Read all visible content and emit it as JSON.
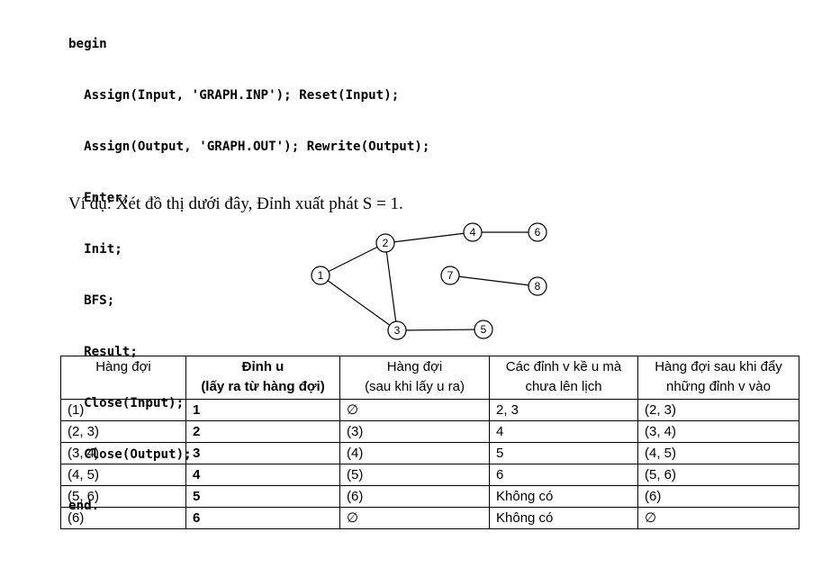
{
  "code_lines": [
    "begin",
    "  Assign(Input, 'GRAPH.INP'); Reset(Input);",
    "  Assign(Output, 'GRAPH.OUT'); Rewrite(Output);",
    "  Enter;",
    "  Init;",
    "  BFS;",
    "  Result;",
    "  Close(Input);",
    "  Close(Output);",
    "end."
  ],
  "example_text": "Ví dụ: Xét đồ thị dưới đây, Đỉnh xuất phát S = 1.",
  "graph": {
    "nodes": [
      "1",
      "2",
      "3",
      "4",
      "5",
      "6",
      "7",
      "8"
    ],
    "edges": [
      [
        "1",
        "2"
      ],
      [
        "1",
        "3"
      ],
      [
        "2",
        "3"
      ],
      [
        "2",
        "4"
      ],
      [
        "4",
        "6"
      ],
      [
        "3",
        "5"
      ],
      [
        "7",
        "8"
      ]
    ]
  },
  "table": {
    "headers": [
      {
        "line1": "Hàng đợi",
        "line2": ""
      },
      {
        "line1": "Đỉnh u",
        "line2": "(lấy ra từ hàng đợi)"
      },
      {
        "line1": "Hàng đợi",
        "line2": "(sau khi lấy u ra)"
      },
      {
        "line1": "Các đỉnh v kề u mà",
        "line2": "chưa lên lịch"
      },
      {
        "line1": "Hàng đợi sau khi đẩy",
        "line2": "những đỉnh v vào"
      }
    ],
    "rows": [
      [
        "(1)",
        "1",
        "∅",
        "2, 3",
        "(2, 3)"
      ],
      [
        "(2, 3)",
        "2",
        "(3)",
        "4",
        "(3, 4)"
      ],
      [
        "(3, 4)",
        "3",
        "(4)",
        "5",
        "(4, 5)"
      ],
      [
        "(4, 5)",
        "4",
        "(5)",
        "6",
        "(5, 6)"
      ],
      [
        "(5, 6)",
        "5",
        "(6)",
        "Không có",
        "(6)"
      ],
      [
        "(6)",
        "6",
        "∅",
        "Không có",
        "∅"
      ]
    ]
  }
}
